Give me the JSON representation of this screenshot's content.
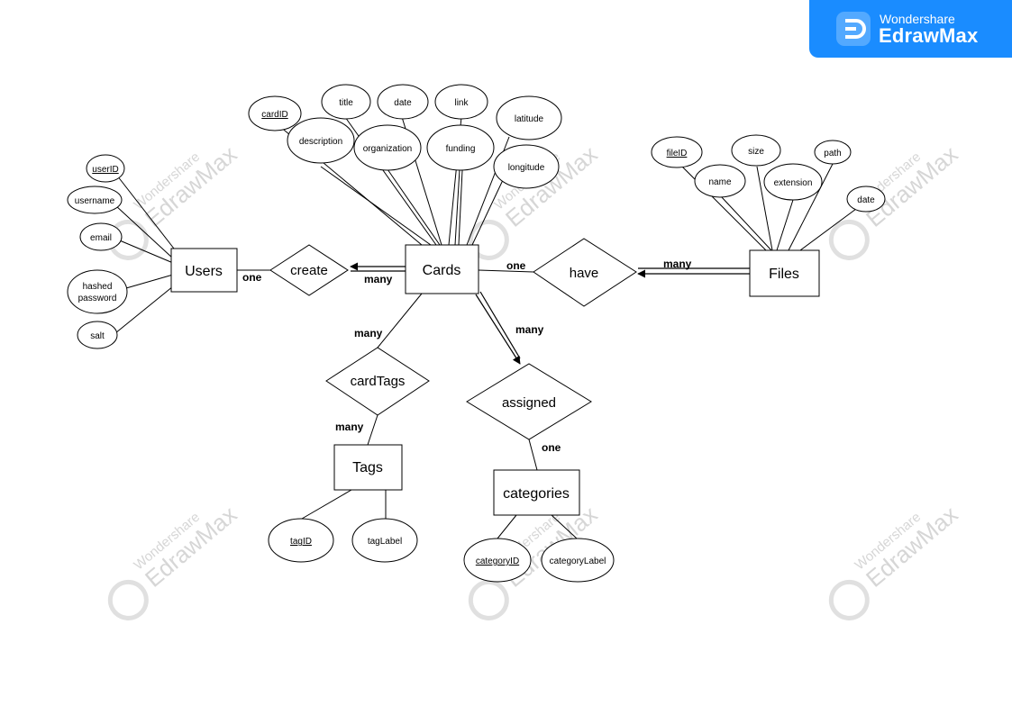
{
  "brand": {
    "top": "Wondershare",
    "name": "EdrawMax"
  },
  "watermark": {
    "top": "Wondershare",
    "name": "EdrawMax"
  },
  "entities": {
    "users": "Users",
    "cards": "Cards",
    "files": "Files",
    "tags": "Tags",
    "categories": "categories"
  },
  "relationships": {
    "create": "create",
    "have": "have",
    "cardtags": "cardTags",
    "assigned": "assigned"
  },
  "attributes": {
    "user_id": "userID",
    "username": "username",
    "email": "email",
    "hashed_password": [
      "hashed",
      "password"
    ],
    "salt": "salt",
    "card_id": "cardID",
    "description": "description",
    "title": "title",
    "organization": "organization",
    "date": "date",
    "funding": "funding",
    "link": "link",
    "latitude": "latitude",
    "longitude": "longitude",
    "file_id": "fileID",
    "file_name": "name",
    "size": "size",
    "extension": "extension",
    "path": "path",
    "file_date": "date",
    "tag_id": "tagID",
    "tag_label": "tagLabel",
    "category_id": "categoryID",
    "category_label": "categoryLabel"
  },
  "cardinality": {
    "users_create": "one",
    "cards_create": "many",
    "cards_have": "one",
    "files_have": "many",
    "cards_cardtags": "many",
    "tags_cardtags": "many",
    "cards_assigned": "many",
    "categories_assigned": "one"
  }
}
